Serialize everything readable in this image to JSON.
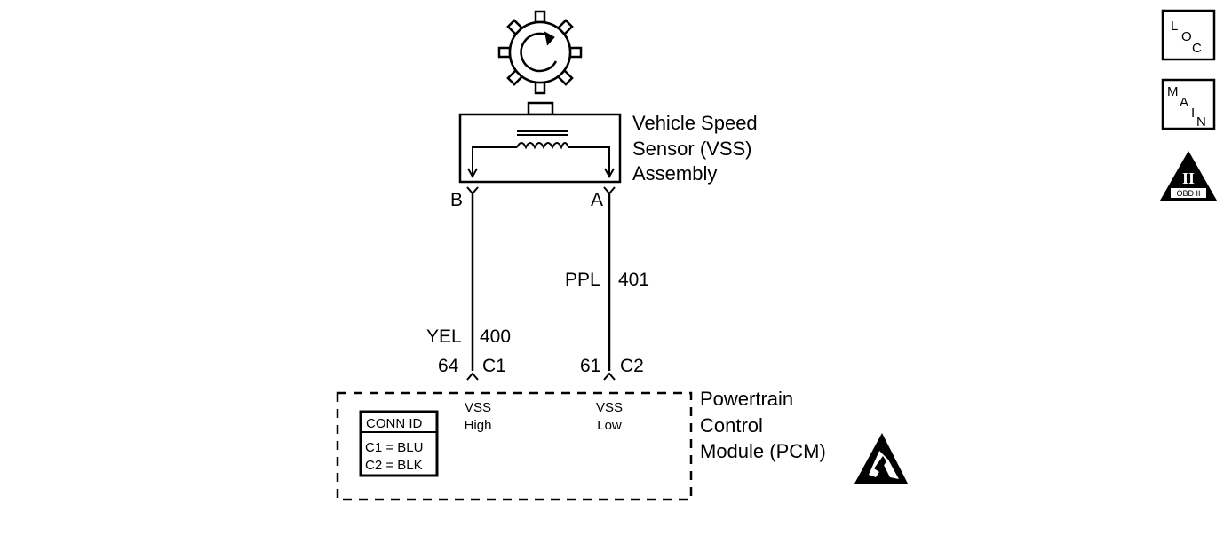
{
  "sensor": {
    "name_lines": [
      "Vehicle Speed",
      "Sensor (VSS)",
      "Assembly"
    ],
    "terminal_b": "B",
    "terminal_a": "A"
  },
  "wires": {
    "yel": {
      "color": "YEL",
      "circuit": "400",
      "pin": "64",
      "connector": "C1"
    },
    "ppl": {
      "color": "PPL",
      "circuit": "401",
      "pin": "61",
      "connector": "C2"
    }
  },
  "pcm": {
    "name_lines": [
      "Powertrain",
      "Control",
      "Module (PCM)"
    ],
    "vss_high": [
      "VSS",
      "High"
    ],
    "vss_low": [
      "VSS",
      "Low"
    ],
    "conn_id": {
      "header": "CONN ID",
      "c1": "C1 = BLU",
      "c2": "C2 = BLK"
    }
  },
  "side_icons": {
    "loc": [
      "L",
      "O",
      "C"
    ],
    "main": [
      "M",
      "A",
      "I",
      "N"
    ],
    "obd": {
      "numeral": "II",
      "label": "OBD II"
    }
  }
}
